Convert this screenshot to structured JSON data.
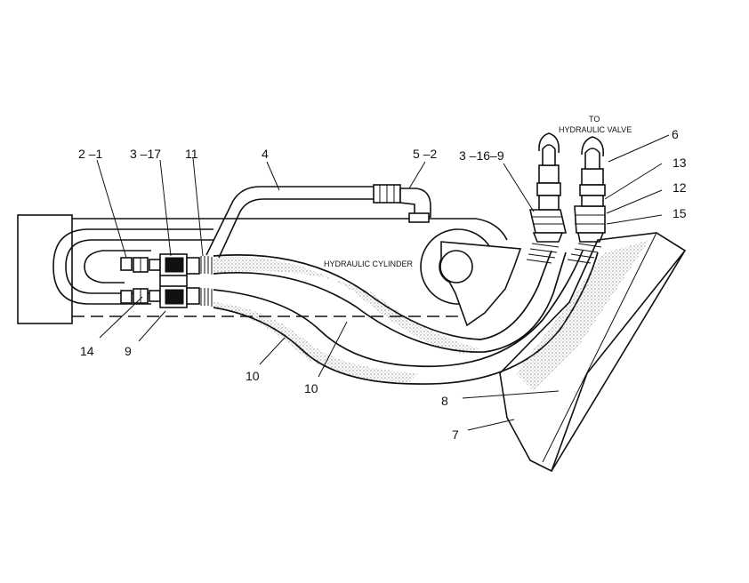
{
  "labels": {
    "l_2_1": "2 –1",
    "l_3_17": "3 –17",
    "l_11": "11",
    "l_4": "4",
    "l_5_2": "5 –2",
    "l_3_16_9": "3 –16–9",
    "l_6": "6",
    "l_13": "13",
    "l_12": "12",
    "l_15": "15",
    "l_14": "14",
    "l_9": "9",
    "l_10a": "10",
    "l_10b": "10",
    "l_8": "8",
    "l_7": "7"
  },
  "text": {
    "cylinder": "HYDRAULIC CYLINDER",
    "to_line1": "TO",
    "to_line2": "HYDRAULIC VALVE"
  }
}
